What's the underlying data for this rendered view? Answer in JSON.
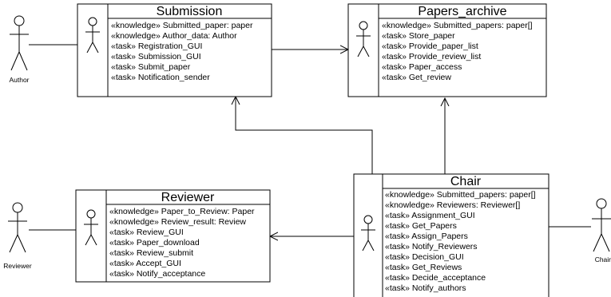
{
  "diagram": {
    "submission": {
      "title": "Submission",
      "lines": [
        "«knowledge» Submitted_paper: paper",
        "«knowledge» Author_data: Author",
        "«task» Registration_GUI",
        "«task» Submission_GUI",
        "«task» Submit_paper",
        "«task» Notification_sender"
      ]
    },
    "papers_archive": {
      "title": "Papers_archive",
      "lines": [
        "«knowledge» Submitted_papers: paper[]",
        "«task» Store_paper",
        "«task» Provide_paper_list",
        "«task» Provide_review_list",
        "«task» Paper_access",
        "«task» Get_review"
      ]
    },
    "reviewer": {
      "title": "Reviewer",
      "lines": [
        "«knowledge» Paper_to_Review: Paper",
        "«knowledge» Review_result: Review",
        "«task» Review_GUI",
        "«task» Paper_download",
        "«task» Review_submit",
        "«task» Accept_GUI",
        "«task» Notify_acceptance"
      ]
    },
    "chair": {
      "title": "Chair",
      "lines": [
        "«knowledge» Submitted_papers: paper[]",
        "«knowledge» Reviewers: Reviewer[]",
        "«task» Assignment_GUI",
        "«task» Get_Papers",
        "«task» Assign_Papers",
        "«task» Notify_Reviewers",
        "«task» Decision_GUI",
        "«task» Get_Reviews",
        "«task» Decide_acceptance",
        "«task» Notify_authors"
      ]
    },
    "actors": {
      "author": "Author",
      "reviewer": "Reviewer",
      "chair": "Chair"
    }
  }
}
